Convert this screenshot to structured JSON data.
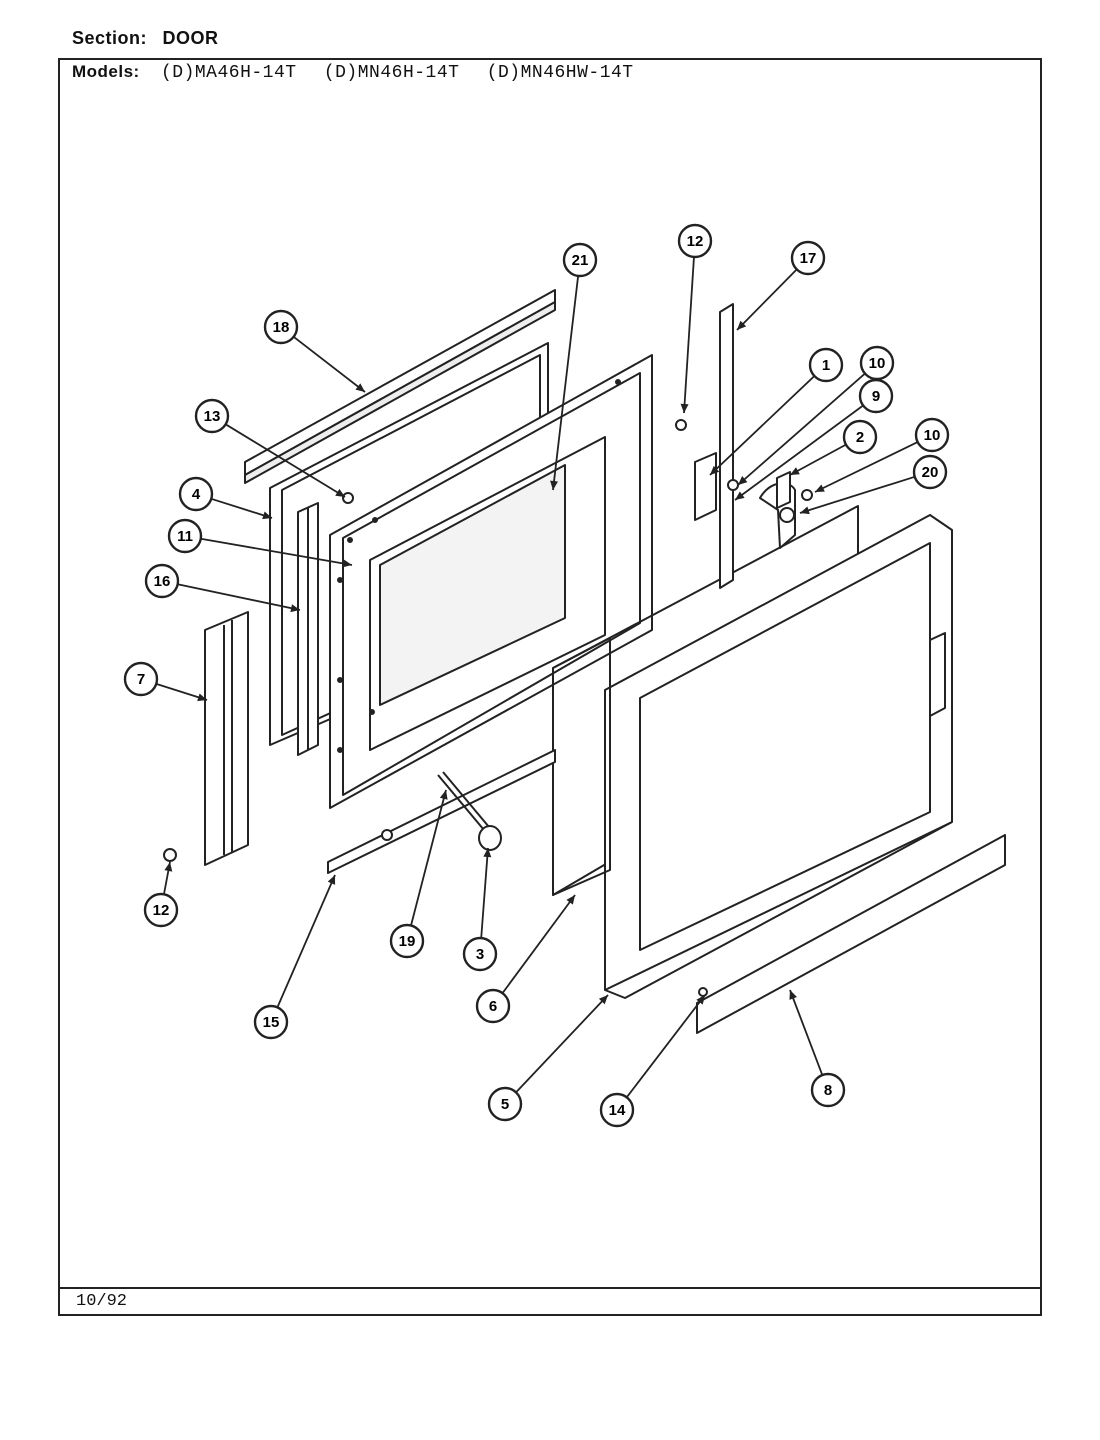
{
  "header": {
    "section_label": "Section:",
    "section_value": "DOOR",
    "models_label": "Models:",
    "models": [
      "(D)MA46H-14T",
      "(D)MN46H-14T",
      "(D)MN46HW-14T"
    ]
  },
  "footer": {
    "date": "10/92"
  },
  "callouts": [
    {
      "id": "c21",
      "label": "21"
    },
    {
      "id": "c12a",
      "label": "12"
    },
    {
      "id": "c17",
      "label": "17"
    },
    {
      "id": "c18",
      "label": "18"
    },
    {
      "id": "c1",
      "label": "1"
    },
    {
      "id": "c10a",
      "label": "10"
    },
    {
      "id": "c9",
      "label": "9"
    },
    {
      "id": "c2",
      "label": "2"
    },
    {
      "id": "c10b",
      "label": "10"
    },
    {
      "id": "c20",
      "label": "20"
    },
    {
      "id": "c13",
      "label": "13"
    },
    {
      "id": "c4",
      "label": "4"
    },
    {
      "id": "c11",
      "label": "11"
    },
    {
      "id": "c16",
      "label": "16"
    },
    {
      "id": "c7",
      "label": "7"
    },
    {
      "id": "c12b",
      "label": "12"
    },
    {
      "id": "c15",
      "label": "15"
    },
    {
      "id": "c19",
      "label": "19"
    },
    {
      "id": "c3",
      "label": "3"
    },
    {
      "id": "c6",
      "label": "6"
    },
    {
      "id": "c5",
      "label": "5"
    },
    {
      "id": "c14",
      "label": "14"
    },
    {
      "id": "c8",
      "label": "8"
    }
  ]
}
